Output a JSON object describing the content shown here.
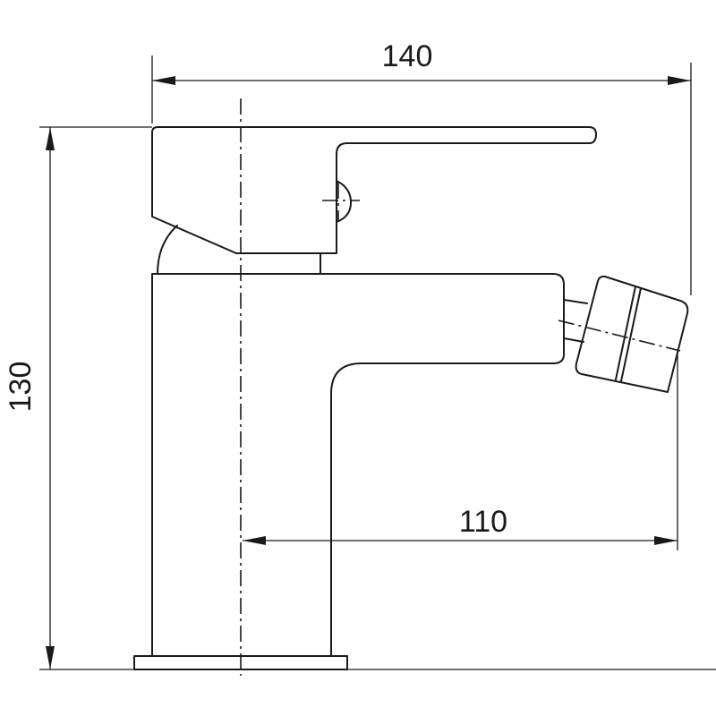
{
  "dimensions": {
    "overall_width": "140",
    "overall_height": "130",
    "spout_reach": "110"
  },
  "colors": {
    "line": "#1a1a1a",
    "background": "#ffffff"
  }
}
